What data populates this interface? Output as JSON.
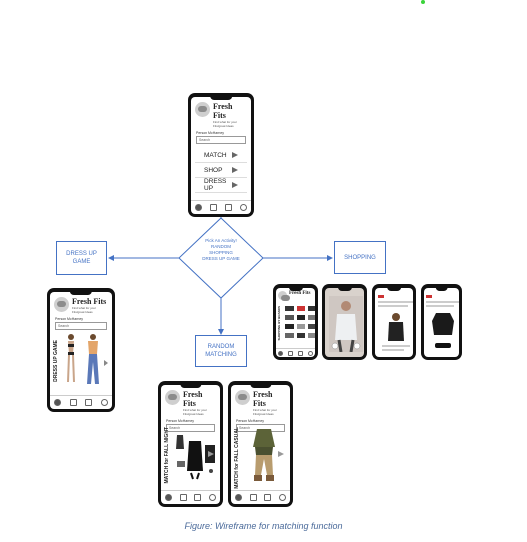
{
  "app": {
    "brand": "Fresh Fits",
    "tagline": "Find what for your Fits/great Ideas",
    "search_label": "Person McHarney",
    "search_placeholder": "Search"
  },
  "main_menu": {
    "items": [
      {
        "label": "MATCH"
      },
      {
        "label": "SHOP"
      },
      {
        "label": "DRESS UP"
      }
    ]
  },
  "decision": {
    "lines": [
      "Pick An Activity!",
      "RANDOM",
      "SHOPPING",
      "DRESS UP GAME"
    ]
  },
  "nodes": {
    "dress_up": "DRESS UP GAME",
    "shopping": "SHOPPING",
    "random_matching": "RANDOM MATCHING"
  },
  "screens": {
    "dress_up_vertical": "DRESS UP GAME",
    "shopping_vertical": "SHOPPING BY BRANDS",
    "match_night": "MATCH for FALL NIGHT",
    "match_casual": "MATCH for FALL CASUAL"
  },
  "caption": "Figure:  Wireframe for matching function",
  "colors": {
    "accent": "#4472c4",
    "phone": "#111111",
    "dot": "#3bd33b"
  }
}
